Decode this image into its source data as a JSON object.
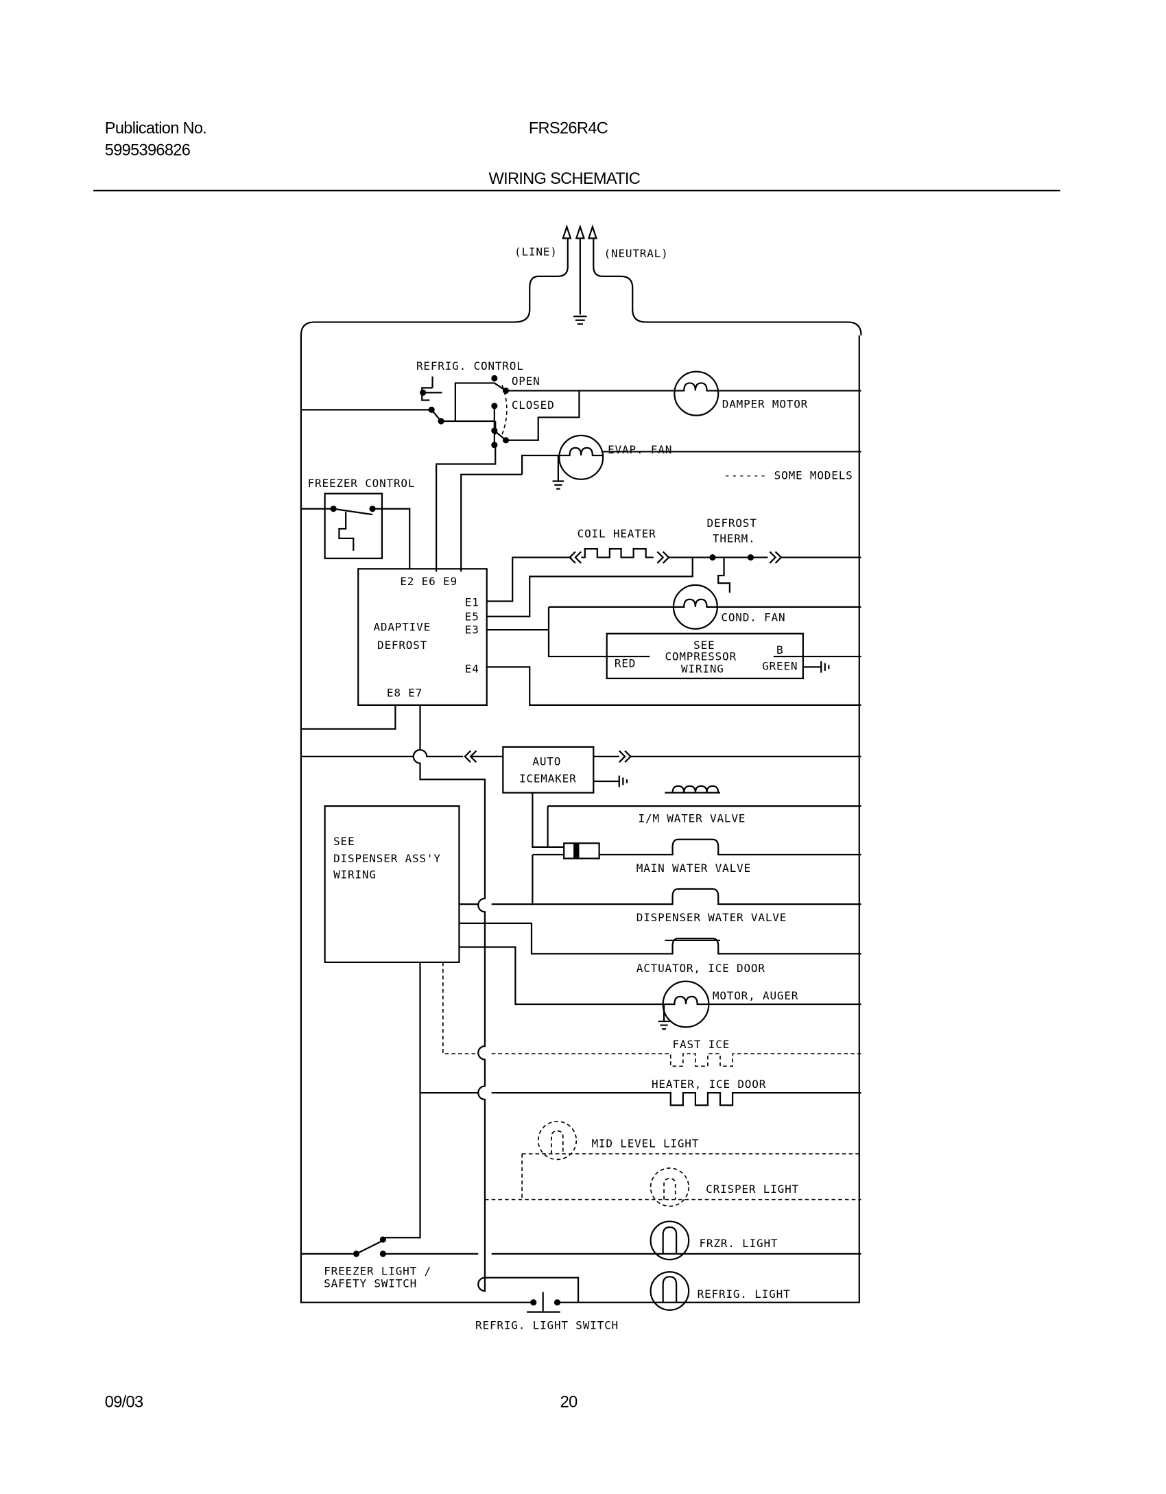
{
  "header": {
    "publication_label": "Publication No.",
    "publication_number": "5995396826",
    "model": "FRS26R4C",
    "title": "WIRING SCHEMATIC"
  },
  "footer": {
    "date": "09/03",
    "page": "20"
  },
  "diagram": {
    "line": "(LINE)",
    "neutral": "(NEUTRAL)",
    "refrig_control": "REFRIG. CONTROL",
    "open": "OPEN",
    "closed": "CLOSED",
    "damper_motor": "DAMPER MOTOR",
    "evap_fan": "EVAP. FAN",
    "some_models": "------ SOME MODELS",
    "freezer_control": "FREEZER CONTROL",
    "coil_heater": "COIL HEATER",
    "defrost_therm_1": "DEFROST",
    "defrost_therm_2": "THERM.",
    "adaptive_defrost_1": "ADAPTIVE",
    "adaptive_defrost_2": "DEFROST",
    "terminals_top": "E2  E6  E9",
    "e1": "E1",
    "e5": "E5",
    "e3": "E3",
    "e4": "E4",
    "terminals_bottom": "E8  E7",
    "cond_fan": "COND. FAN",
    "compressor_1": "SEE",
    "compressor_2": "COMPRESSOR",
    "compressor_3": "WIRING",
    "red": "RED",
    "b": "B",
    "green": "GREEN",
    "auto_icemaker_1": "AUTO",
    "auto_icemaker_2": "ICEMAKER",
    "dispenser_1": "SEE",
    "dispenser_2": "DISPENSER ASS'Y",
    "dispenser_3": "WIRING",
    "im_water_valve": "I/M WATER VALVE",
    "main_water_valve": "MAIN WATER VALVE",
    "dispenser_water_valve": "DISPENSER WATER VALVE",
    "actuator_ice_door": "ACTUATOR, ICE DOOR",
    "motor_auger": "MOTOR, AUGER",
    "fast_ice": "FAST ICE",
    "heater_ice_door": "HEATER, ICE DOOR",
    "mid_level_light": "MID LEVEL LIGHT",
    "crisper_light": "CRISPER LIGHT",
    "frzr_light": "FRZR. LIGHT",
    "refrig_light": "REFRIG. LIGHT",
    "freezer_switch_1": "FREEZER LIGHT /",
    "freezer_switch_2": "SAFETY SWITCH",
    "refrig_light_switch": "REFRIG. LIGHT SWITCH"
  }
}
